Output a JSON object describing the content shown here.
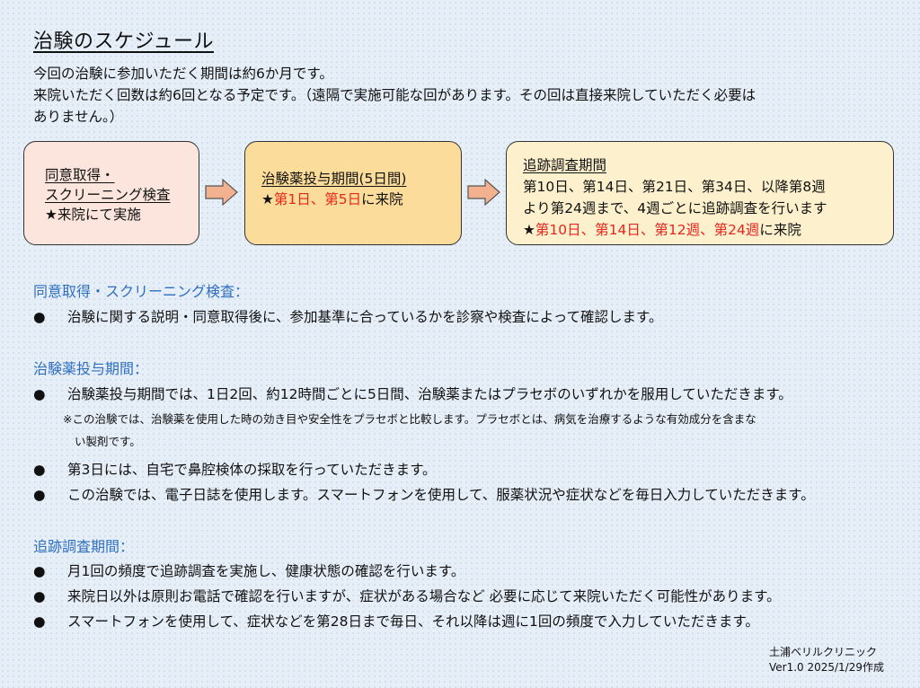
{
  "title": "治験のスケジュール",
  "intro": {
    "line1": "今回の治験に参加いただく期間は約6か月です。",
    "line2": "来院いただく回数は約6回となる予定です。（遠隔で実施可能な回があります。その回は直接来院していただく必要は",
    "line3": "ありません。）"
  },
  "flow": {
    "box1": {
      "line1": "同意取得・",
      "line2": "スクリーニング検査",
      "line3": "★来院にて実施"
    },
    "box2": {
      "title": "治験薬投与期間(5日間)",
      "star": "★",
      "days": "第1日、第5日",
      "suffix": "に来院"
    },
    "box3": {
      "title": "追跡調査期間",
      "line1": "第10日、第14日、第21日、第34日、以降第8週",
      "line2": "より第24週まで、4週ごとに追跡調査を行います",
      "star": "★",
      "days": "第10日、第14日、第12週、第24週",
      "suffix": "に来院"
    },
    "arrow_color": "#f2b28f"
  },
  "sections": {
    "screening": {
      "heading": "同意取得・スクリーニング検査：",
      "bullets": [
        "治験に関する説明・同意取得後に、参加基準に合っているかを診察や検査によって確認します。"
      ]
    },
    "dosing": {
      "heading": "治験薬投与期間：",
      "bullet1": "治験薬投与期間では、1日2回、約12時間ごとに5日間、治験薬またはプラセボのいずれかを服用していただきます。",
      "note_line1": "※この治験では、治験薬を使用した時の効き目や安全性をプラセボと比較します。プラセボとは、病気を治療するような有効成分を含まな",
      "note_line2": "い製剤です。",
      "bullet2": "第3日には、自宅で鼻腔検体の採取を行っていただきます。",
      "bullet3": "この治験では、電子日誌を使用します。スマートフォンを使用して、服薬状況や症状などを毎日入力していただきます。"
    },
    "followup": {
      "heading": "追跡調査期間：",
      "bullet1": "月1回の頻度で追跡調査を実施し、健康状態の確認を行います。",
      "bullet2": "来院日以外は原則お電話で確認を行いますが、症状がある場合など 必要に応じて来院いただく可能性があります。",
      "bullet3": "スマートフォンを使用して、症状などを第28日まで毎日、それ以降は週に1回の頻度で入力していただきます。"
    }
  },
  "bullet_symbol": "●",
  "footer": {
    "clinic": "土浦ベリルクリニック",
    "version": "Ver1.0 2025/1/29作成"
  },
  "colors": {
    "heading_blue": "#2f6fc0",
    "highlight_red": "#e5261f",
    "box1_bg": "#fbe5dc",
    "box2_bg": "#fcdc9a",
    "box3_bg": "#fdf0cc"
  }
}
